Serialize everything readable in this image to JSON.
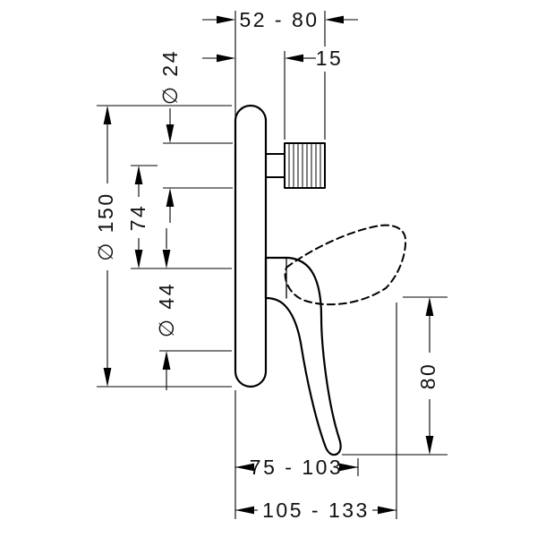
{
  "drawing": {
    "colors": {
      "ink": "#000000",
      "background": "#ffffff"
    },
    "dimensions": {
      "spindle_depth_range": "52 - 80",
      "spindle_length": "15",
      "spindle_diameter": "∅ 24",
      "plate_diameter": "∅ 150",
      "axis_distance": "74",
      "hub_diameter": "∅ 44",
      "handle_travel": "80",
      "handle_depth_range": "75 - 103",
      "overall_depth_range": "105 - 133"
    }
  }
}
